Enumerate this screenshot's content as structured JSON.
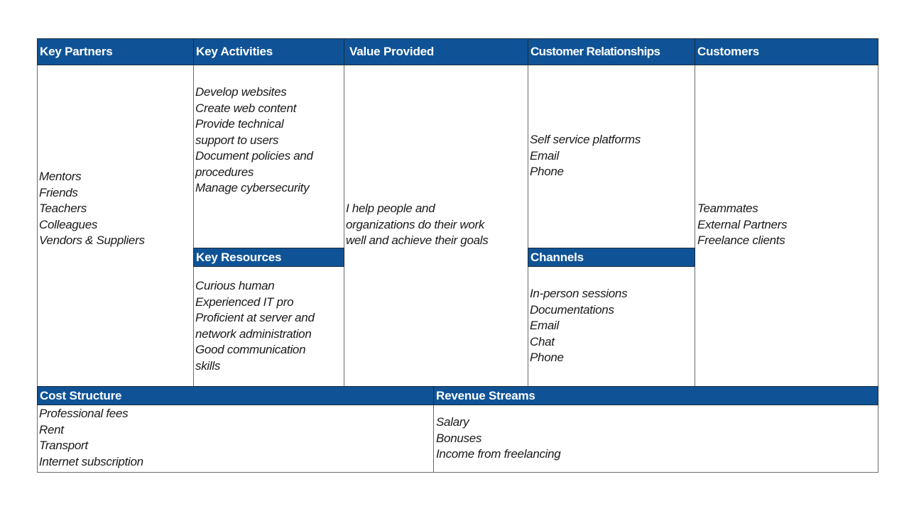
{
  "headers": {
    "key_partners": "Key Partners",
    "key_activities": "Key Activities",
    "value_provided": "Value Provided",
    "customer_relationships": "Customer Relationships",
    "customers": "Customers",
    "key_resources": "Key Resources",
    "channels": "Channels",
    "cost_structure": "Cost Structure",
    "revenue_streams": "Revenue Streams"
  },
  "key_partners": [
    "Mentors",
    "Friends",
    "Teachers",
    "Colleagues",
    "Vendors & Suppliers"
  ],
  "key_activities": [
    "Develop websites",
    "Create web content",
    "Provide technical",
    "support to users",
    "Document policies and",
    "procedures",
    "Manage cybersecurity"
  ],
  "value_provided": [
    "I help people and",
    "organizations do their work",
    "well and achieve their goals"
  ],
  "customer_relationships": [
    "Self service platforms",
    "Email",
    "Phone"
  ],
  "customers": [
    "Teammates",
    "External Partners",
    "Freelance clients"
  ],
  "key_resources": [
    "Curious human",
    "Experienced IT pro",
    "Proficient at server and",
    "network administration",
    "Good communication",
    "skills"
  ],
  "channels": [
    "In-person sessions",
    "Documentations",
    "Email",
    "Chat",
    "Phone"
  ],
  "cost_structure": [
    "Professional fees",
    "Rent",
    "Transport",
    "Internet subscription"
  ],
  "revenue_streams": [
    "Salary",
    "Bonuses",
    "Income from freelancing"
  ],
  "colors": {
    "header_bg": "#0f5396",
    "header_text": "#ffffff",
    "border": "#6b6b6b"
  }
}
